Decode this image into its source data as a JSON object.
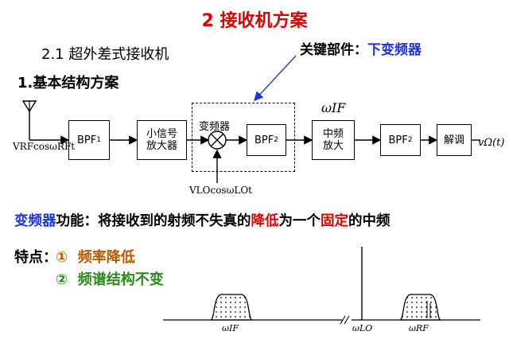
{
  "title": "2 接收机方案",
  "section": "2.1  超外差式接收机",
  "subsection": "1.基本结构方案",
  "key_component": {
    "label": "关键部件：",
    "value": "下变频器"
  },
  "diagram": {
    "blocks": {
      "bpf1": {
        "text": "BPF",
        "sub": "1"
      },
      "lna": {
        "line1": "小信号",
        "line2": "放大器"
      },
      "mixer": "变频器",
      "bpf2a": {
        "text": "BPF",
        "sub": "2"
      },
      "if_amp": {
        "line1": "中频",
        "line2": "放大"
      },
      "bpf2b": {
        "text": "BPF",
        "sub": "2"
      },
      "demod": "解调"
    },
    "omega_if": "ωIF",
    "input_signal": "VRFcosωRFt",
    "lo_signal": "VLOcosωLOt",
    "output_signal": "vΩ(t)"
  },
  "function_line": {
    "p1": "变频器",
    "p2": "功能：将接收到的射频不失真的",
    "p3": "降低",
    "p4": "为一个",
    "p5": "固定",
    "p6": "的中频"
  },
  "features": {
    "label": "特点：",
    "items": [
      {
        "num": "①",
        "text": "频率降低"
      },
      {
        "num": "②",
        "text": "频谱结构不变"
      }
    ]
  },
  "spectrum": {
    "labels": {
      "if": "ωIF",
      "lo": "ωLO",
      "rf": "ωRF"
    }
  },
  "colors": {
    "title": "#e00000",
    "blue": "#1d35d6",
    "red": "#e00000",
    "orange": "#b85a00",
    "green": "#2b8a18"
  }
}
